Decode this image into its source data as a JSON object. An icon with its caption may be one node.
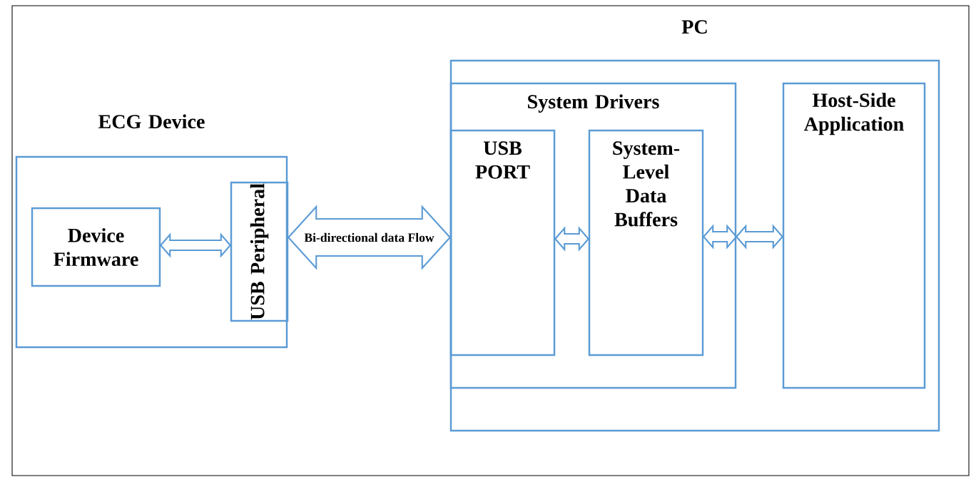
{
  "diagram": {
    "nodes": [
      {
        "text": [
          "ECG Device"
        ]
      },
      {
        "text": [
          "Device Firmware"
        ],
        "in": 0
      },
      {
        "text": [
          "USB Peripheral"
        ],
        "in": 0
      },
      {
        "text": [
          "PC"
        ]
      },
      {
        "text": [
          "System Drivers"
        ],
        "in": 3
      },
      {
        "text": [
          "USB PORT"
        ],
        "in": 4
      },
      {
        "text": [
          "System-Level Data Buffers"
        ],
        "in": 4
      },
      {
        "text": [
          "Host-Side Application"
        ],
        "in": 3
      }
    ],
    "edges": [
      {
        "from": 1,
        "to": 2,
        "arrow": "both"
      },
      {
        "from": 2,
        "to": 5,
        "arrow": "both",
        "label": "Bi-directional data Flow",
        "style": "thick"
      },
      {
        "from": 5,
        "to": 6,
        "arrow": "both"
      },
      {
        "from": 6,
        "to": 4,
        "arrow": "both"
      },
      {
        "from": 4,
        "to": 7,
        "arrow": "both"
      }
    ]
  }
}
